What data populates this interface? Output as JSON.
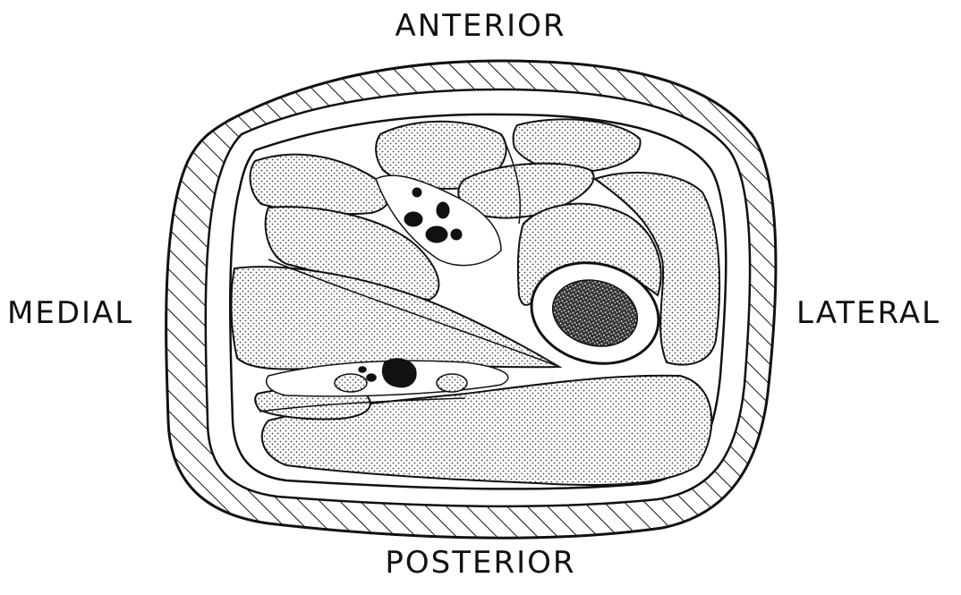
{
  "labels": {
    "anterior": "ANTERIOR",
    "posterior": "POSTERIOR",
    "medial": "MEDIAL",
    "lateral": "LATERAL"
  },
  "colors": {
    "ink": "#111111",
    "background": "#ffffff",
    "muscle_fill": "#e9e9e9",
    "marrow": "#222222"
  }
}
